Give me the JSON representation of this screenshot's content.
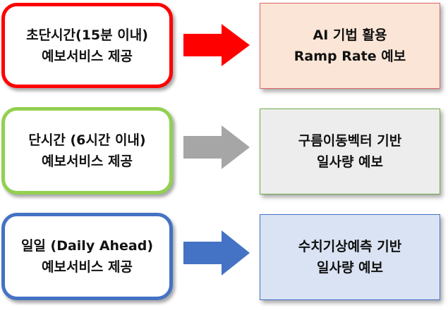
{
  "rows": [
    {
      "left": {
        "line1": "초단시간(15분 이내)",
        "line2": "예보서비스 제공",
        "border_color": "#ff0000"
      },
      "arrow_color": "#ff0000",
      "right": {
        "line1": "AI 기법 활용",
        "line2": "Ramp Rate 예보",
        "fill_color": "#fbe5d6",
        "border_color": "#e06666"
      }
    },
    {
      "left": {
        "line1": "단시간 (6시간 이내)",
        "line2": "예보서비스 제공",
        "border_color": "#92d050"
      },
      "arrow_color": "#a6a6a6",
      "right": {
        "line1": "구름이동벡터 기반",
        "line2": "일사량 예보",
        "fill_color": "#ededed",
        "border_color": "#70ad47"
      }
    },
    {
      "left": {
        "line1": "일일 (Daily Ahead)",
        "line2": "예보서비스 제공",
        "border_color": "#4472c4"
      },
      "arrow_color": "#4472c4",
      "right": {
        "line1": "수치기상예측 기반",
        "line2": "일사량 예보",
        "fill_color": "#dae3f3",
        "border_color": "#4472c4"
      }
    }
  ]
}
